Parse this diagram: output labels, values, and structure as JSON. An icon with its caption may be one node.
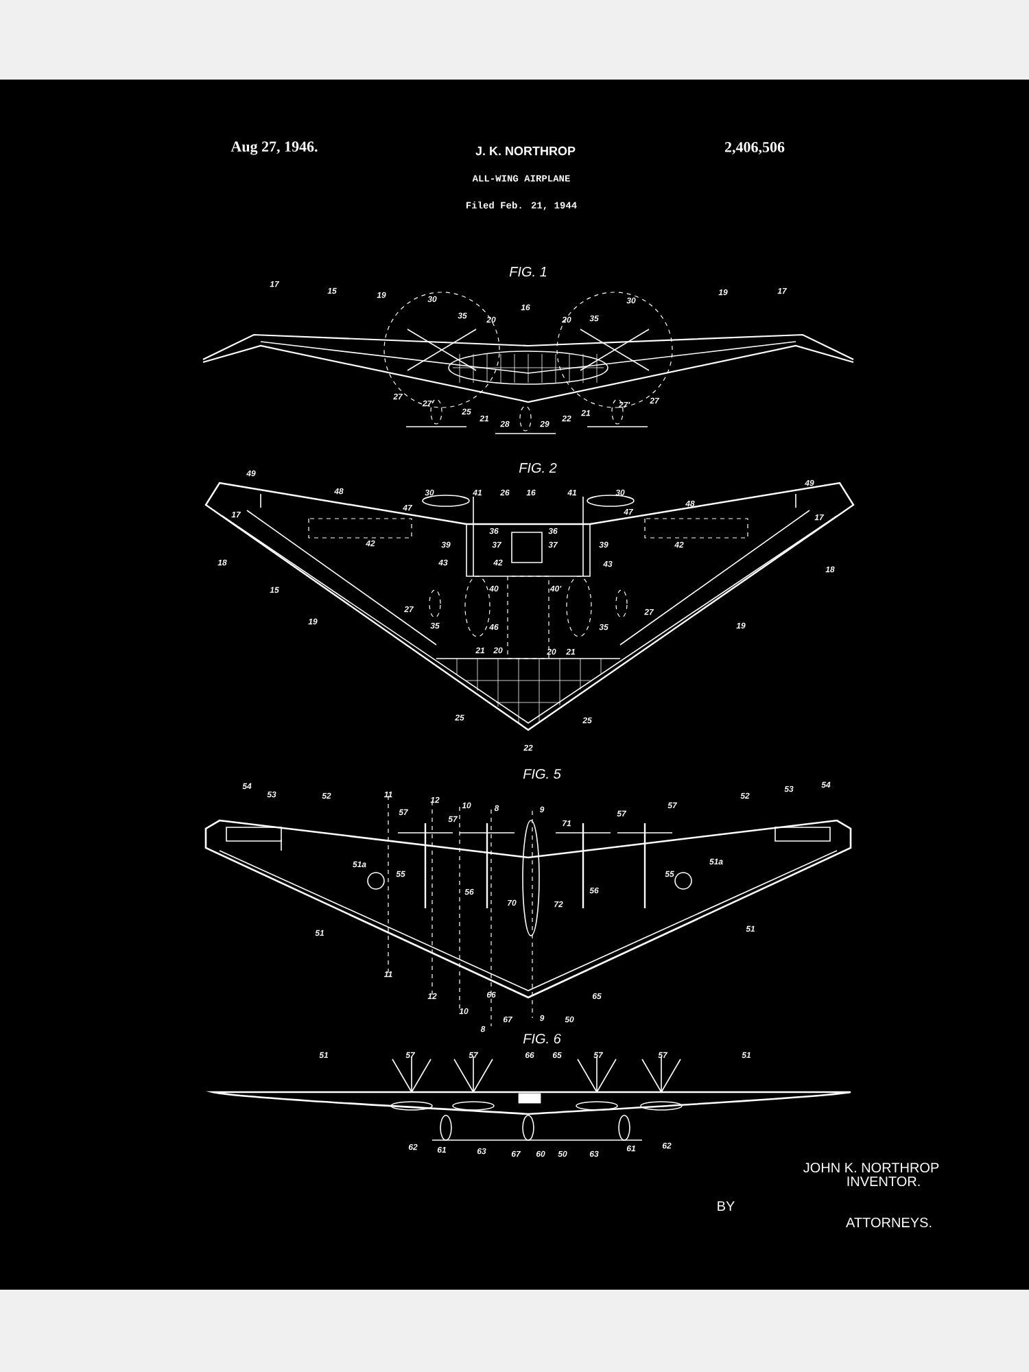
{
  "diagram": {
    "title": "ALL-WING AIRPLANE",
    "labels": [
      "Aug 27, 1946.",
      "J. K. NORTHROP",
      "2,406,506",
      "Filed Feb. 21, 1944",
      "FIG. 1",
      "17",
      "15",
      "19",
      "30",
      "35",
      "20",
      "16",
      "20",
      "35",
      "30",
      "19",
      "17",
      "27",
      "27'",
      "25",
      "21",
      "28",
      "29",
      "22",
      "21",
      "27'",
      "27",
      "FIG. 2",
      "49",
      "48",
      "30",
      "41",
      "26",
      "16",
      "41",
      "30",
      "49",
      "47",
      "47",
      "48",
      "17",
      "17",
      "36",
      "36",
      "42",
      "39",
      "37",
      "37",
      "39",
      "42",
      "18",
      "43",
      "42",
      "43",
      "18",
      "15",
      "40",
      "40'",
      "27",
      "27",
      "19",
      "35",
      "46",
      "35",
      "19",
      "21",
      "20",
      "20",
      "21",
      "25",
      "25",
      "22",
      "FIG. 5",
      "54",
      "53",
      "52",
      "11",
      "12",
      "10",
      "8",
      "9",
      "57",
      "57",
      "71",
      "57",
      "57",
      "52",
      "53",
      "54",
      "51a",
      "55",
      "56",
      "56",
      "55",
      "51a",
      "70",
      "72",
      "51",
      "51",
      "11",
      "12",
      "66",
      "65",
      "10",
      "67",
      "9",
      "50",
      "8",
      "FIG. 6",
      "51",
      "57",
      "57",
      "66",
      "65",
      "57",
      "57",
      "51",
      "62",
      "61",
      "63",
      "67",
      "60",
      "50",
      "63",
      "61",
      "62",
      "JOHN K. NORTHROP",
      "INVENTOR.",
      "BY",
      "ATTORNEYS."
    ]
  }
}
